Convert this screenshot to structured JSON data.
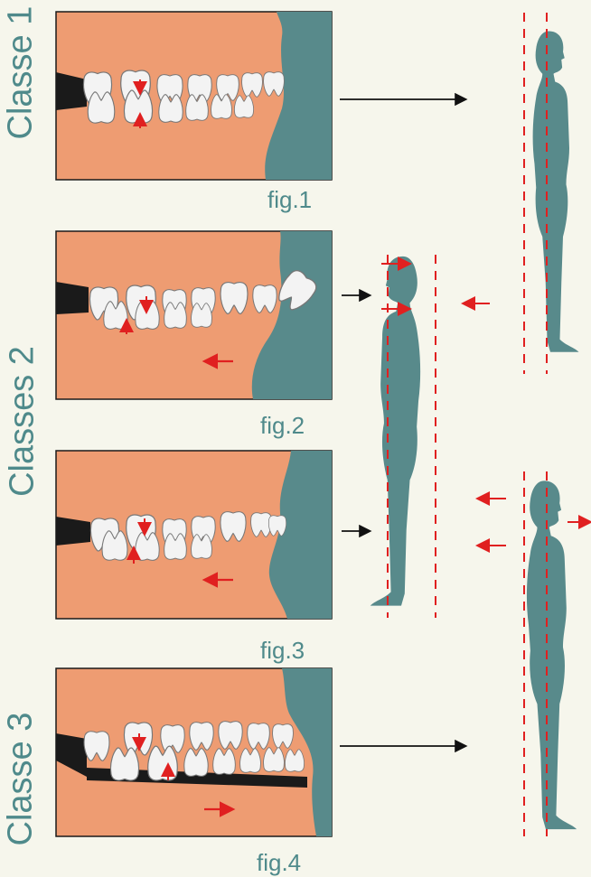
{
  "classes": [
    {
      "label": "Classe 1"
    },
    {
      "label": "Classes 2"
    },
    {
      "label": "Classe 3"
    }
  ],
  "figures": [
    {
      "label": "fig.1"
    },
    {
      "label": "fig.2"
    },
    {
      "label": "fig.3"
    },
    {
      "label": "fig.4"
    }
  ],
  "colors": {
    "background": "#f6f6ec",
    "gum": "#ee9c72",
    "lip": "#588a8b",
    "tooth": "#f3f3f3",
    "arrow_red": "#e02020",
    "body": "#588a8b",
    "text": "#4f8a8b"
  }
}
